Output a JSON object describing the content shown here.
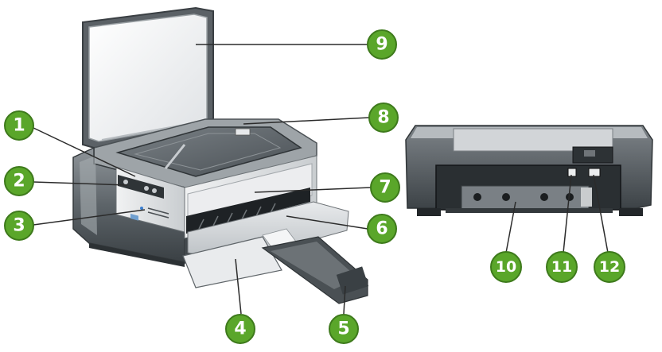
{
  "figure": {
    "front_view_icon": "printer-front-view",
    "rear_view_icon": "printer-rear-view",
    "callout_color": "#5aa62a",
    "leader_line_color": "#2b2b2b"
  },
  "callouts": [
    {
      "id": "1",
      "label": "1"
    },
    {
      "id": "2",
      "label": "2"
    },
    {
      "id": "3",
      "label": "3"
    },
    {
      "id": "4",
      "label": "4"
    },
    {
      "id": "5",
      "label": "5"
    },
    {
      "id": "6",
      "label": "6"
    },
    {
      "id": "7",
      "label": "7"
    },
    {
      "id": "8",
      "label": "8"
    },
    {
      "id": "9",
      "label": "9"
    },
    {
      "id": "10",
      "label": "10"
    },
    {
      "id": "11",
      "label": "11"
    },
    {
      "id": "12",
      "label": "12"
    }
  ]
}
